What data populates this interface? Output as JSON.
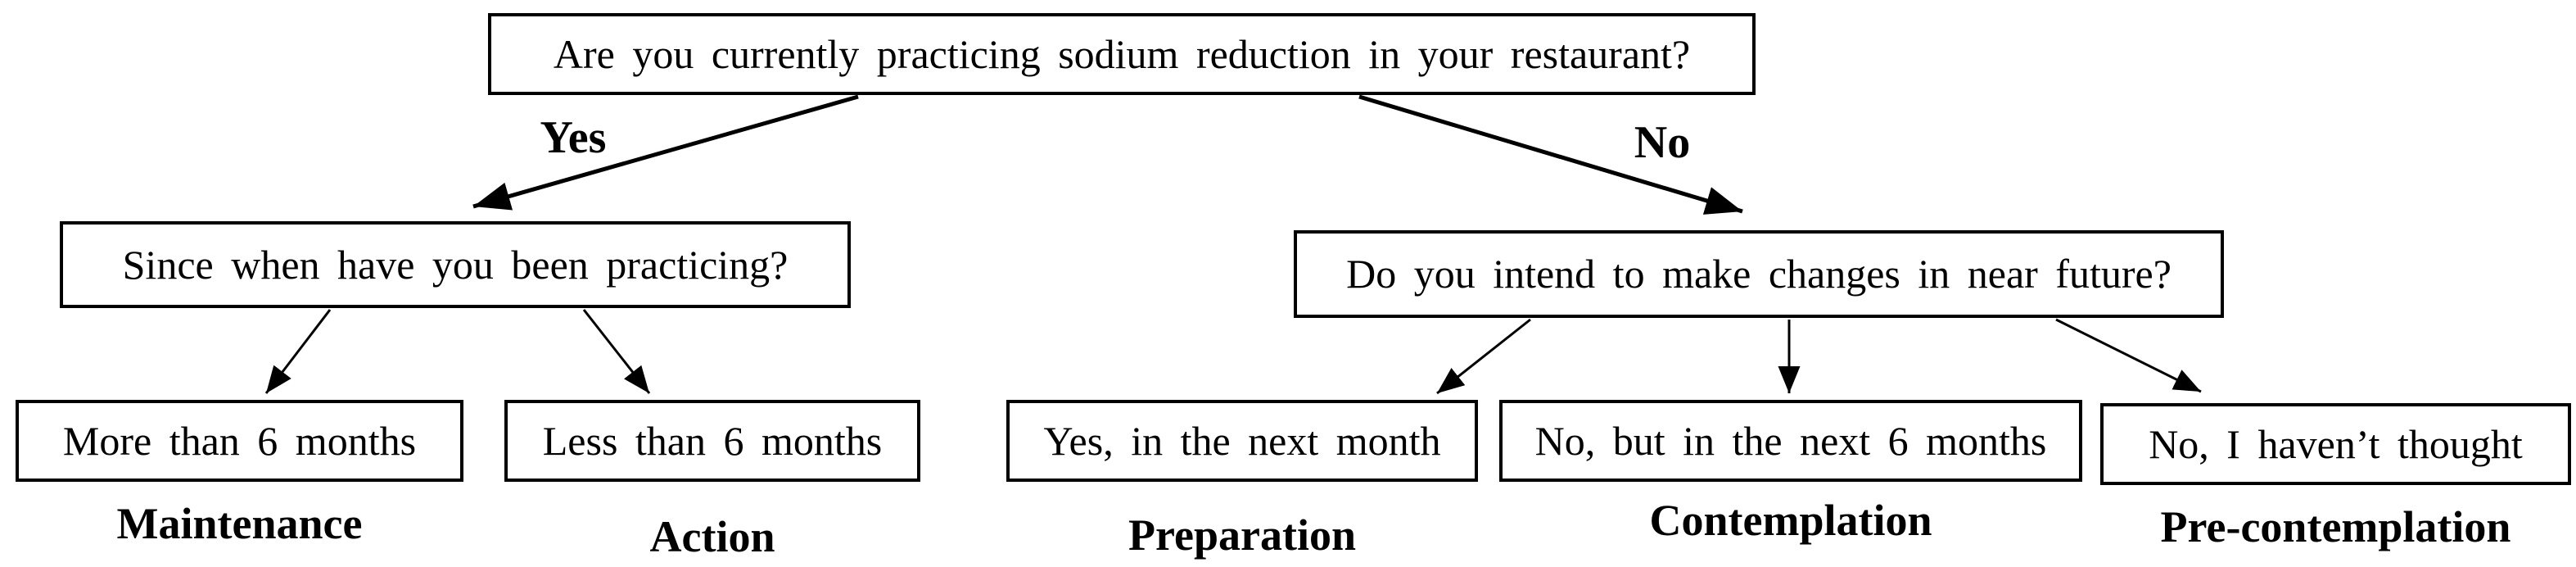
{
  "colors": {
    "border": "#000000",
    "background": "#ffffff",
    "text": "#000000"
  },
  "flowchart": {
    "root": {
      "question": "Are you currently practicing sodium reduction in your restaurant?"
    },
    "yes_branch": {
      "label": "Yes",
      "question": "Since when have you been practicing?"
    },
    "no_branch": {
      "label": "No",
      "question": "Do you intend to make changes in near future?"
    },
    "outcomes": [
      {
        "answer": "More than 6 months",
        "stage": "Maintenance"
      },
      {
        "answer": "Less than 6 months",
        "stage": "Action"
      },
      {
        "answer": "Yes, in the next month",
        "stage": "Preparation"
      },
      {
        "answer": "No, but in the next 6 months",
        "stage": "Contemplation"
      },
      {
        "answer": "No, I haven’t thought",
        "stage": "Pre-contemplation"
      }
    ]
  }
}
